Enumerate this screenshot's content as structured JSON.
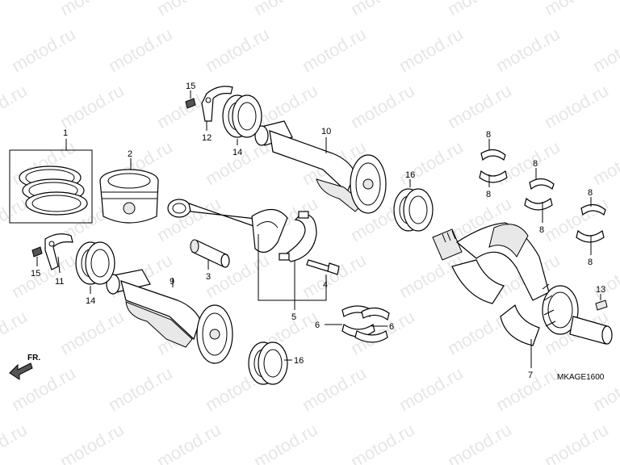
{
  "watermark": "motod.ru",
  "diagram_code": "MKAGE1600",
  "direction_label": "FR.",
  "callouts": {
    "c1": "1",
    "c2": "2",
    "c3": "3",
    "c4": "4",
    "c5": "5",
    "c6a": "6",
    "c6b": "6",
    "c7": "7",
    "c8a": "8",
    "c8b": "8",
    "c8c": "8",
    "c8d": "8",
    "c8e": "8",
    "c8f": "8",
    "c9": "9",
    "c10": "10",
    "c11": "11",
    "c12": "12",
    "c13": "13",
    "c14a": "14",
    "c14b": "14",
    "c15a": "15",
    "c15b": "15",
    "c16a": "16",
    "c16b": "16"
  },
  "colors": {
    "line": "#000000",
    "watermark": "#d2d2d2",
    "background": "#ffffff"
  }
}
